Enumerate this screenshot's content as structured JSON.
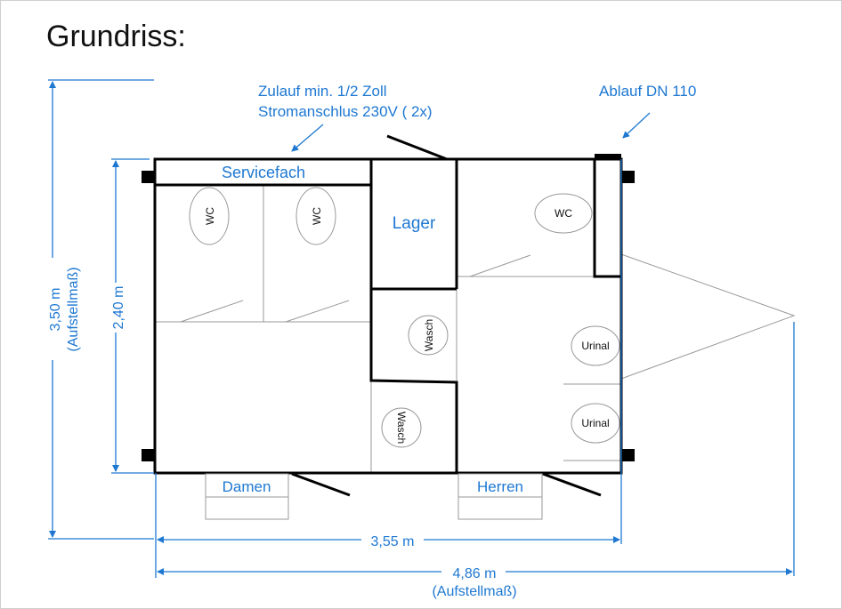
{
  "title": "Grundriss:",
  "annotations": {
    "supply_line1": "Zulauf min. 1/2 Zoll",
    "supply_line2": "Stromanschlus 230V ( 2x)",
    "drain": "Ablauf DN 110"
  },
  "rooms": {
    "service": "Servicefach",
    "storage": "Lager",
    "ladies": "Damen",
    "gents": "Herren"
  },
  "fixtures": {
    "wc": "WC",
    "wash": "Wasch",
    "urinal": "Urinal"
  },
  "dimensions": {
    "total_height": "3,50 m",
    "total_height_note": "(Aufstellmaß)",
    "inner_height": "2,40 m",
    "inner_width": "3,55 m",
    "total_width": "4,86 m",
    "total_width_note": "(Aufstellmaß)"
  },
  "colors": {
    "accent": "#1e78d2",
    "wall": "#000000"
  }
}
